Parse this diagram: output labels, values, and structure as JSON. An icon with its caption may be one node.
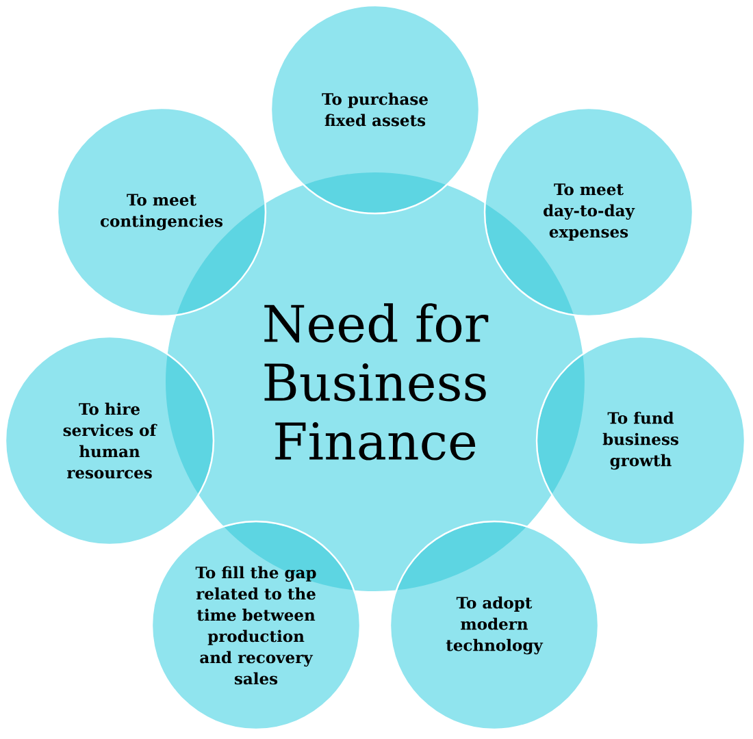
{
  "diagram": {
    "nodes": [
      {
        "text": [
          "Need for Business Finance"
        ]
      },
      {
        "text": [
          "To purchase fixed assets"
        ]
      },
      {
        "text": [
          "To meet contingencies"
        ]
      },
      {
        "text": [
          "To meet day-to-day expenses"
        ]
      },
      {
        "text": [
          "To hire services of human resources"
        ]
      },
      {
        "text": [
          "To fund business growth"
        ]
      },
      {
        "text": [
          "To fill the gap related to the time between production and recovery sales"
        ]
      },
      {
        "text": [
          "To adopt modern technology"
        ]
      }
    ]
  }
}
